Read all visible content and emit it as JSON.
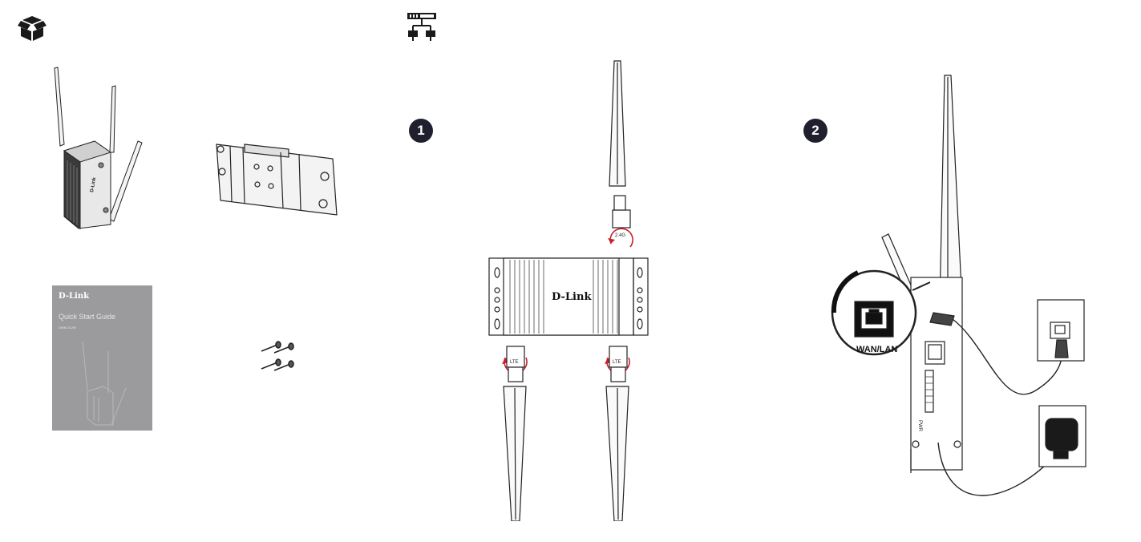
{
  "icons": {
    "package": "box-open-icon",
    "network": "network-topology-icon"
  },
  "package_contents": {
    "quick_start_guide": {
      "brand": "D-Link",
      "title": "Quick Start Guide",
      "model": "DWM-312W"
    }
  },
  "steps": [
    {
      "number": "1"
    },
    {
      "number": "2"
    }
  ],
  "device": {
    "brand": "D-Link",
    "antenna_top_label": "2.4G",
    "antenna_left_label": "LTE",
    "antenna_right_label": "LTE"
  },
  "callout": {
    "port_label": "WAN/LAN",
    "power_label": "PWR"
  },
  "colors": {
    "step_badge": "#1f1f2e",
    "rotation_arrow": "#c8202f",
    "guide_cover": "#9b9b9d"
  }
}
